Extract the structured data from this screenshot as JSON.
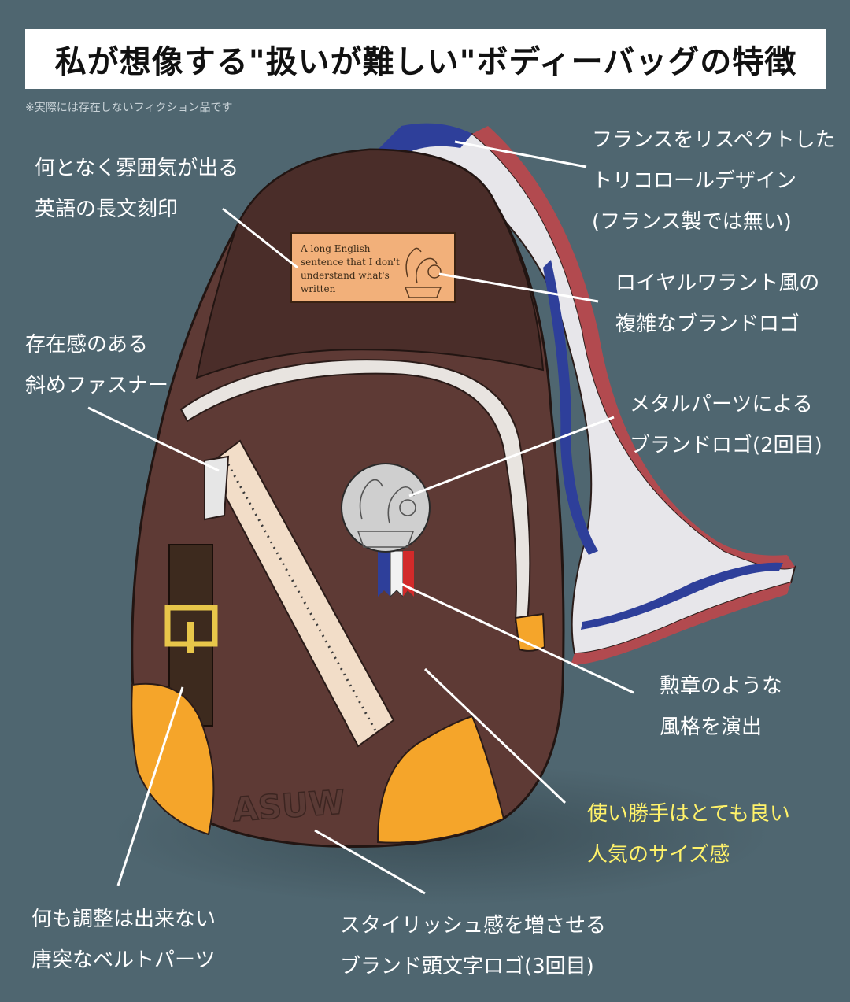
{
  "title": "私が想像する\"扱いが難しい\"ボディーバッグの特徴",
  "note": "※実際には存在しないフィクション品です",
  "plate": {
    "lines": [
      "A long English",
      "sentence that I don't",
      "understand what's",
      "written"
    ]
  },
  "emboss_logo": "ASUW",
  "annotations": [
    {
      "id": "engraving",
      "lines": [
        "何となく雰囲気が出る",
        "英語の長文刻印"
      ]
    },
    {
      "id": "fastener",
      "lines": [
        "存在感のある",
        "斜めファスナー"
      ]
    },
    {
      "id": "belt",
      "lines": [
        "何も調整は出来ない",
        "唐突なベルトパーツ"
      ]
    },
    {
      "id": "tricolore",
      "lines": [
        "フランスをリスペクトした",
        "トリコロールデザイン",
        "(フランス製では無い)"
      ]
    },
    {
      "id": "royal-logo",
      "lines": [
        "ロイヤルワラント風の",
        "複雑なブランドロゴ"
      ]
    },
    {
      "id": "metal-logo",
      "lines": [
        "メタルパーツによる",
        "ブランドロゴ(2回目)"
      ]
    },
    {
      "id": "medal",
      "lines": [
        "勲章のような",
        "風格を演出"
      ]
    },
    {
      "id": "usability",
      "lines": [
        "使い勝手はとても良い",
        "人気のサイズ感"
      ]
    },
    {
      "id": "initials",
      "lines": [
        "スタイリッシュ感を増させる",
        "ブランド頭文字ロゴ(3回目)"
      ]
    }
  ],
  "colors": {
    "background": "#4f6670",
    "bag": "#5e3a35",
    "bag_dark": "#4a2d29",
    "orange": "#f5a52a",
    "highlight_text": "#fff26a",
    "strap_red": "#b24a4f",
    "strap_blue": "#2e3f9a"
  }
}
